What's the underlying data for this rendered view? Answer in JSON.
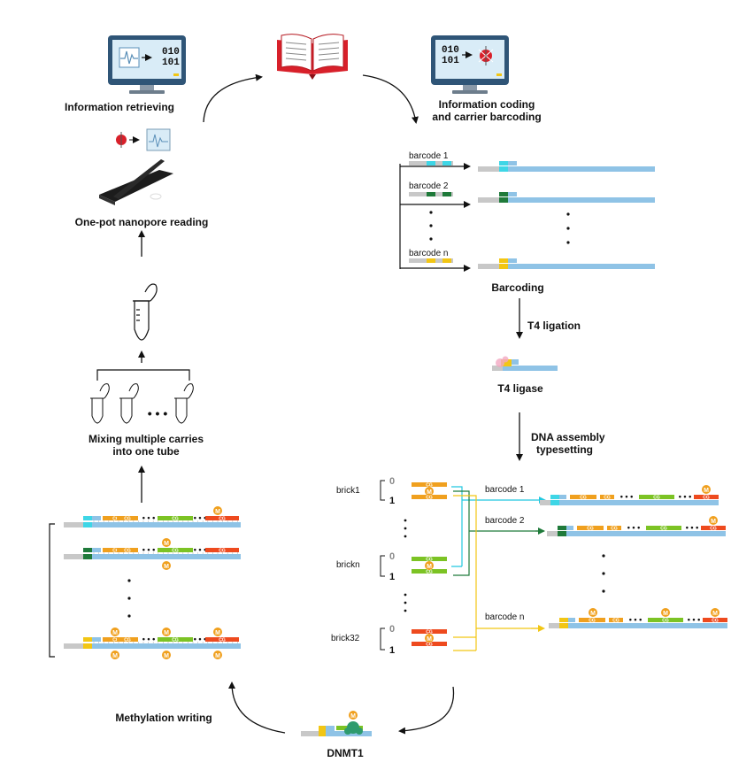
{
  "labels": {
    "info_retrieving": "Information retrieving",
    "info_coding_1": "Information coding",
    "info_coding_2": "and carrier barcoding",
    "nanopore_reading": "One-pot nanopore reading",
    "mixing_1": "Mixing multiple carries",
    "mixing_2": "into one tube",
    "barcoding": "Barcoding",
    "t4_ligation": "T4 ligation",
    "t4_ligase": "T4 ligase",
    "dna_assembly_1": "DNA assembly",
    "dna_assembly_2": "typesetting",
    "methylation_writing": "Methylation writing",
    "dnmt1": "DNMT1"
  },
  "monitor_left_code": {
    "row1": "010",
    "row2": "101"
  },
  "monitor_right_code": {
    "row1": "010",
    "row2": "101"
  },
  "barcodes": [
    "barcode 1",
    "barcode 2",
    "barcode n"
  ],
  "bricks": [
    {
      "name": "brick1",
      "bit0": "0",
      "bit1": "1"
    },
    {
      "name": "brickn",
      "bit0": "0",
      "bit1": "1"
    },
    {
      "name": "brick32",
      "bit0": "0",
      "bit1": "1"
    }
  ],
  "assembly_barcodes": [
    "barcode 1",
    "barcode 2",
    "barcode n"
  ],
  "cg_label": "CG",
  "m_label": "M",
  "dots": "• • •",
  "colors": {
    "carrier_blue": "#8fc3e6",
    "grey": "#c8c8c8",
    "cyan": "#3ed6e6",
    "dark_green": "#1f7a3a",
    "yellow": "#f2c614",
    "orange": "#f0a01e",
    "green": "#7cc324",
    "red": "#ee4a1e",
    "book_red": "#d8202a",
    "pink": "#f3a7c2",
    "dnmt1_green": "#2e9b6e"
  }
}
